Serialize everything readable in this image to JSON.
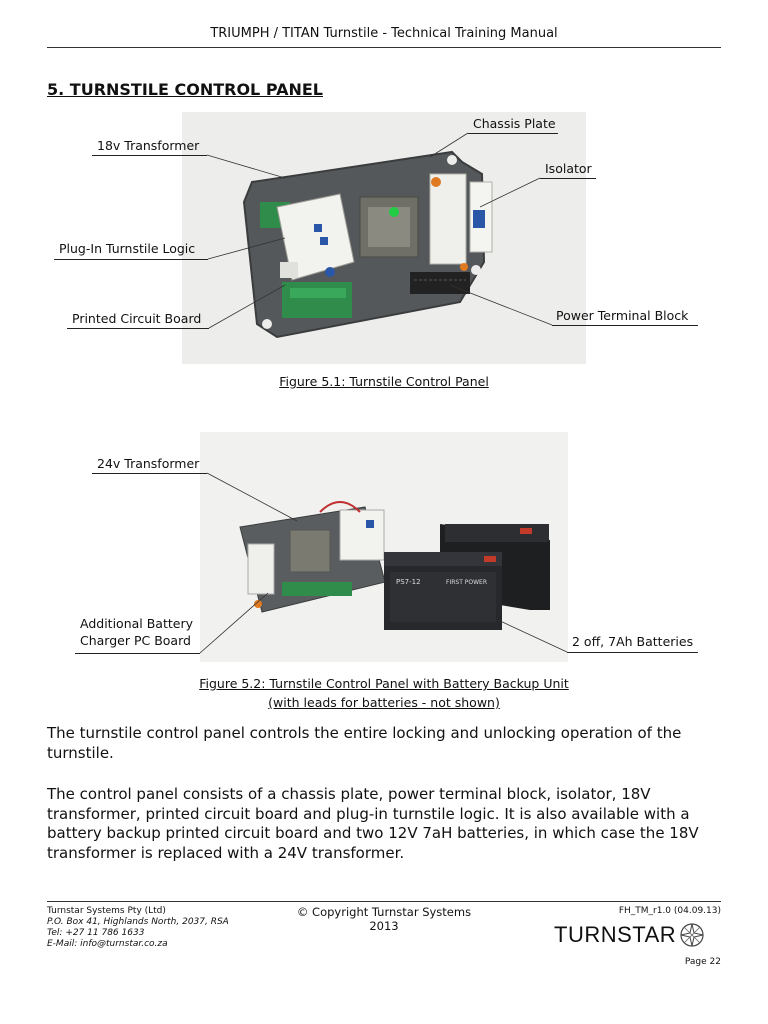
{
  "header": {
    "title": "TRIUMPH / TITAN Turnstile - Technical Training Manual"
  },
  "section": {
    "title": "5. TURNSTILE CONTROL PANEL"
  },
  "figure1": {
    "callouts": {
      "chassis_plate": "Chassis Plate",
      "transformer_18v": "18v Transformer",
      "isolator": "Isolator",
      "plugin_logic": "Plug-In Turnstile Logic",
      "pcb": "Printed Circuit Board",
      "power_terminal": "Power Terminal Block"
    },
    "caption": "Figure 5.1: Turnstile Control Panel"
  },
  "figure2": {
    "callouts": {
      "transformer_24v": "24v Transformer",
      "charger_line1": "Additional Battery",
      "charger_line2": "Charger PC Board",
      "batteries": "2 off, 7Ah Batteries"
    },
    "caption_line1": "Figure 5.2: Turnstile Control Panel with Battery Backup Unit",
    "caption_line2": "(with leads for batteries - not shown)",
    "battery_label_front": "PS7-12",
    "battery_label_back": "FIRST POWER"
  },
  "body": {
    "para1": "The turnstile control panel controls the entire locking and unlocking operation of the turnstile.",
    "para2": "The control panel consists of a chassis plate, power terminal block, isolator, 18V transformer, printed circuit board and plug-in turnstile logic. It is also available with a battery backup printed circuit board and two 12V 7aH batteries, in which case the 18V transformer is replaced with a 24V transformer."
  },
  "footer": {
    "company": "Turnstar Systems Pty (Ltd)",
    "address": "P.O. Box 41, Highlands North, 2037, RSA",
    "tel": "Tel: +27 11 786 1633",
    "email": "E-Mail: info@turnstar.co.za",
    "copyright": "© Copyright Turnstar Systems",
    "year": "2013",
    "doc_ref": "FH_TM_r1.0 (04.09.13)",
    "logo_text": "TURNSTAR",
    "page": "Page 22"
  }
}
